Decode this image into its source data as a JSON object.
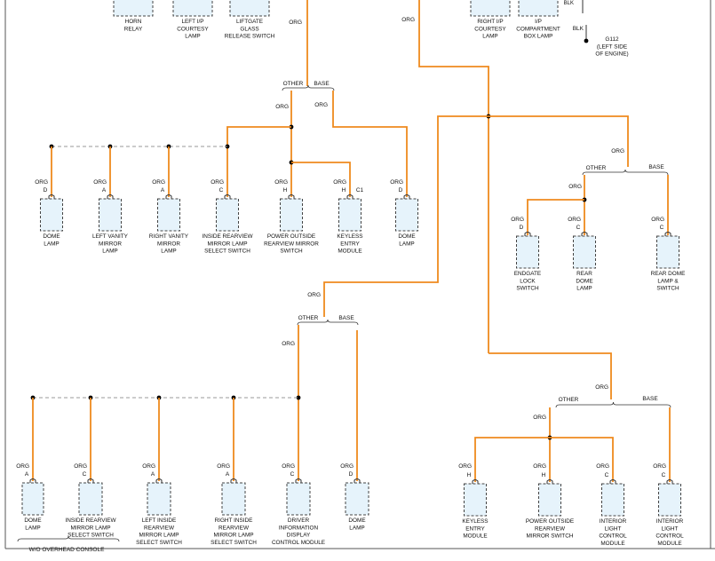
{
  "title": "",
  "colors": {
    "wire": "#ef8a1e",
    "splice_link": "#9a9a9a",
    "component_fill": "#e6f3fb"
  },
  "wire_labels": {
    "org": "ORG",
    "blk": "BLK"
  },
  "branch_labels": {
    "other": "OTHER",
    "base": "BASE"
  },
  "top_components": [
    {
      "lines": [
        "HORN",
        "RELAY"
      ]
    },
    {
      "lines": [
        "LEFT I/P",
        "COURTESY",
        "LAMP"
      ]
    },
    {
      "lines": [
        "LIFTGATE",
        "GLASS",
        "RELEASE SWITCH"
      ]
    },
    {
      "lines": [
        "RIGHT I/P",
        "COURTESY",
        "LAMP"
      ]
    },
    {
      "lines": [
        "I/P",
        "COMPARTMENT",
        "BOX LAMP"
      ]
    }
  ],
  "ground": {
    "lines": [
      "G112",
      "(LEFT SIDE",
      "OF ENGINE)"
    ]
  },
  "group_a": [
    {
      "pin": "D",
      "lines": [
        "DOME",
        "LAMP"
      ]
    },
    {
      "pin": "A",
      "lines": [
        "LEFT VANITY",
        "MIRROR",
        "LAMP"
      ]
    },
    {
      "pin": "A",
      "lines": [
        "RIGHT VANITY",
        "MIRROR",
        "LAMP"
      ]
    },
    {
      "pin": "C",
      "lines": [
        "INSIDE REARVIEW",
        "MIRROR LAMP",
        "SELECT SWITCH"
      ]
    },
    {
      "pin": "H",
      "lines": [
        "POWER OUTSIDE",
        "REARVIEW MIRROR",
        "SWITCH"
      ]
    },
    {
      "pin": "H",
      "pin2": "C1",
      "lines": [
        "KEYLESS",
        "ENTRY",
        "MODULE"
      ]
    },
    {
      "pin": "D",
      "lines": [
        "DOME",
        "LAMP"
      ]
    }
  ],
  "group_b": [
    {
      "pin": "D",
      "lines": [
        "ENDGATE",
        "LOCK",
        "SWITCH"
      ]
    },
    {
      "pin": "C",
      "lines": [
        "REAR",
        "DOME",
        "LAMP"
      ]
    },
    {
      "pin": "C",
      "lines": [
        "REAR DOME",
        "LAMP &",
        "SWITCH"
      ]
    }
  ],
  "group_c": [
    {
      "pin": "A",
      "lines": [
        "DOME",
        "LAMP"
      ]
    },
    {
      "pin": "C",
      "lines": [
        "INSIDE REARVIEW",
        "MIRROR LAMP",
        "SELECT SWITCH"
      ]
    },
    {
      "pin": "A",
      "lines": [
        "LEFT INSIDE",
        "REARVIEW",
        "MIRROR LAMP",
        "SELECT SWITCH"
      ]
    },
    {
      "pin": "A",
      "lines": [
        "RIGHT INSIDE",
        "REARVIEW",
        "MIRROR LAMP",
        "SELECT SWITCH"
      ]
    },
    {
      "pin": "C",
      "lines": [
        "DRIVER",
        "INFORMATION",
        "DISPLAY",
        "CONTROL MODULE"
      ]
    },
    {
      "pin": "D",
      "lines": [
        "DOME",
        "LAMP"
      ]
    }
  ],
  "group_c_note": "W/O OVERHEAD CONSOLE",
  "group_d": [
    {
      "pin": "H",
      "lines": [
        "KEYLESS",
        "ENTRY",
        "MODULE"
      ]
    },
    {
      "pin": "H",
      "lines": [
        "POWER OUTSIDE",
        "REARVIEW",
        "MIRROR SWITCH"
      ]
    },
    {
      "pin": "C",
      "lines": [
        "INTERIOR",
        "LIGHT",
        "CONTROL",
        "MODULE"
      ]
    },
    {
      "pin": "C",
      "lines": [
        "INTERIOR",
        "LIGHT",
        "CONTROL",
        "MODULE"
      ]
    }
  ]
}
